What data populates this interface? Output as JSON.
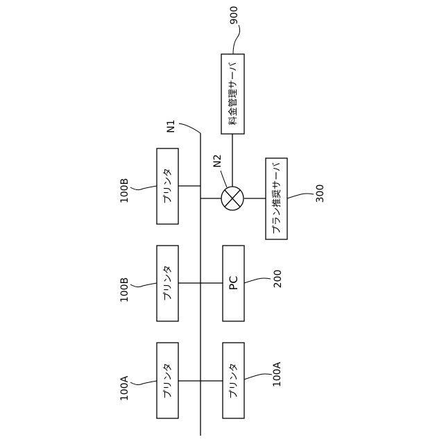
{
  "network": {
    "n1": "N1",
    "n2": "N2"
  },
  "devices": {
    "printer_label": "プリンタ",
    "pc_label": "PC",
    "plan_server_label": "プラン推奨サーバ",
    "fee_server_label": "料金管理サーバ"
  },
  "refs": {
    "printer_a": "100A",
    "printer_b": "100B",
    "pc": "200",
    "plan_server": "300",
    "fee_server": "900"
  }
}
